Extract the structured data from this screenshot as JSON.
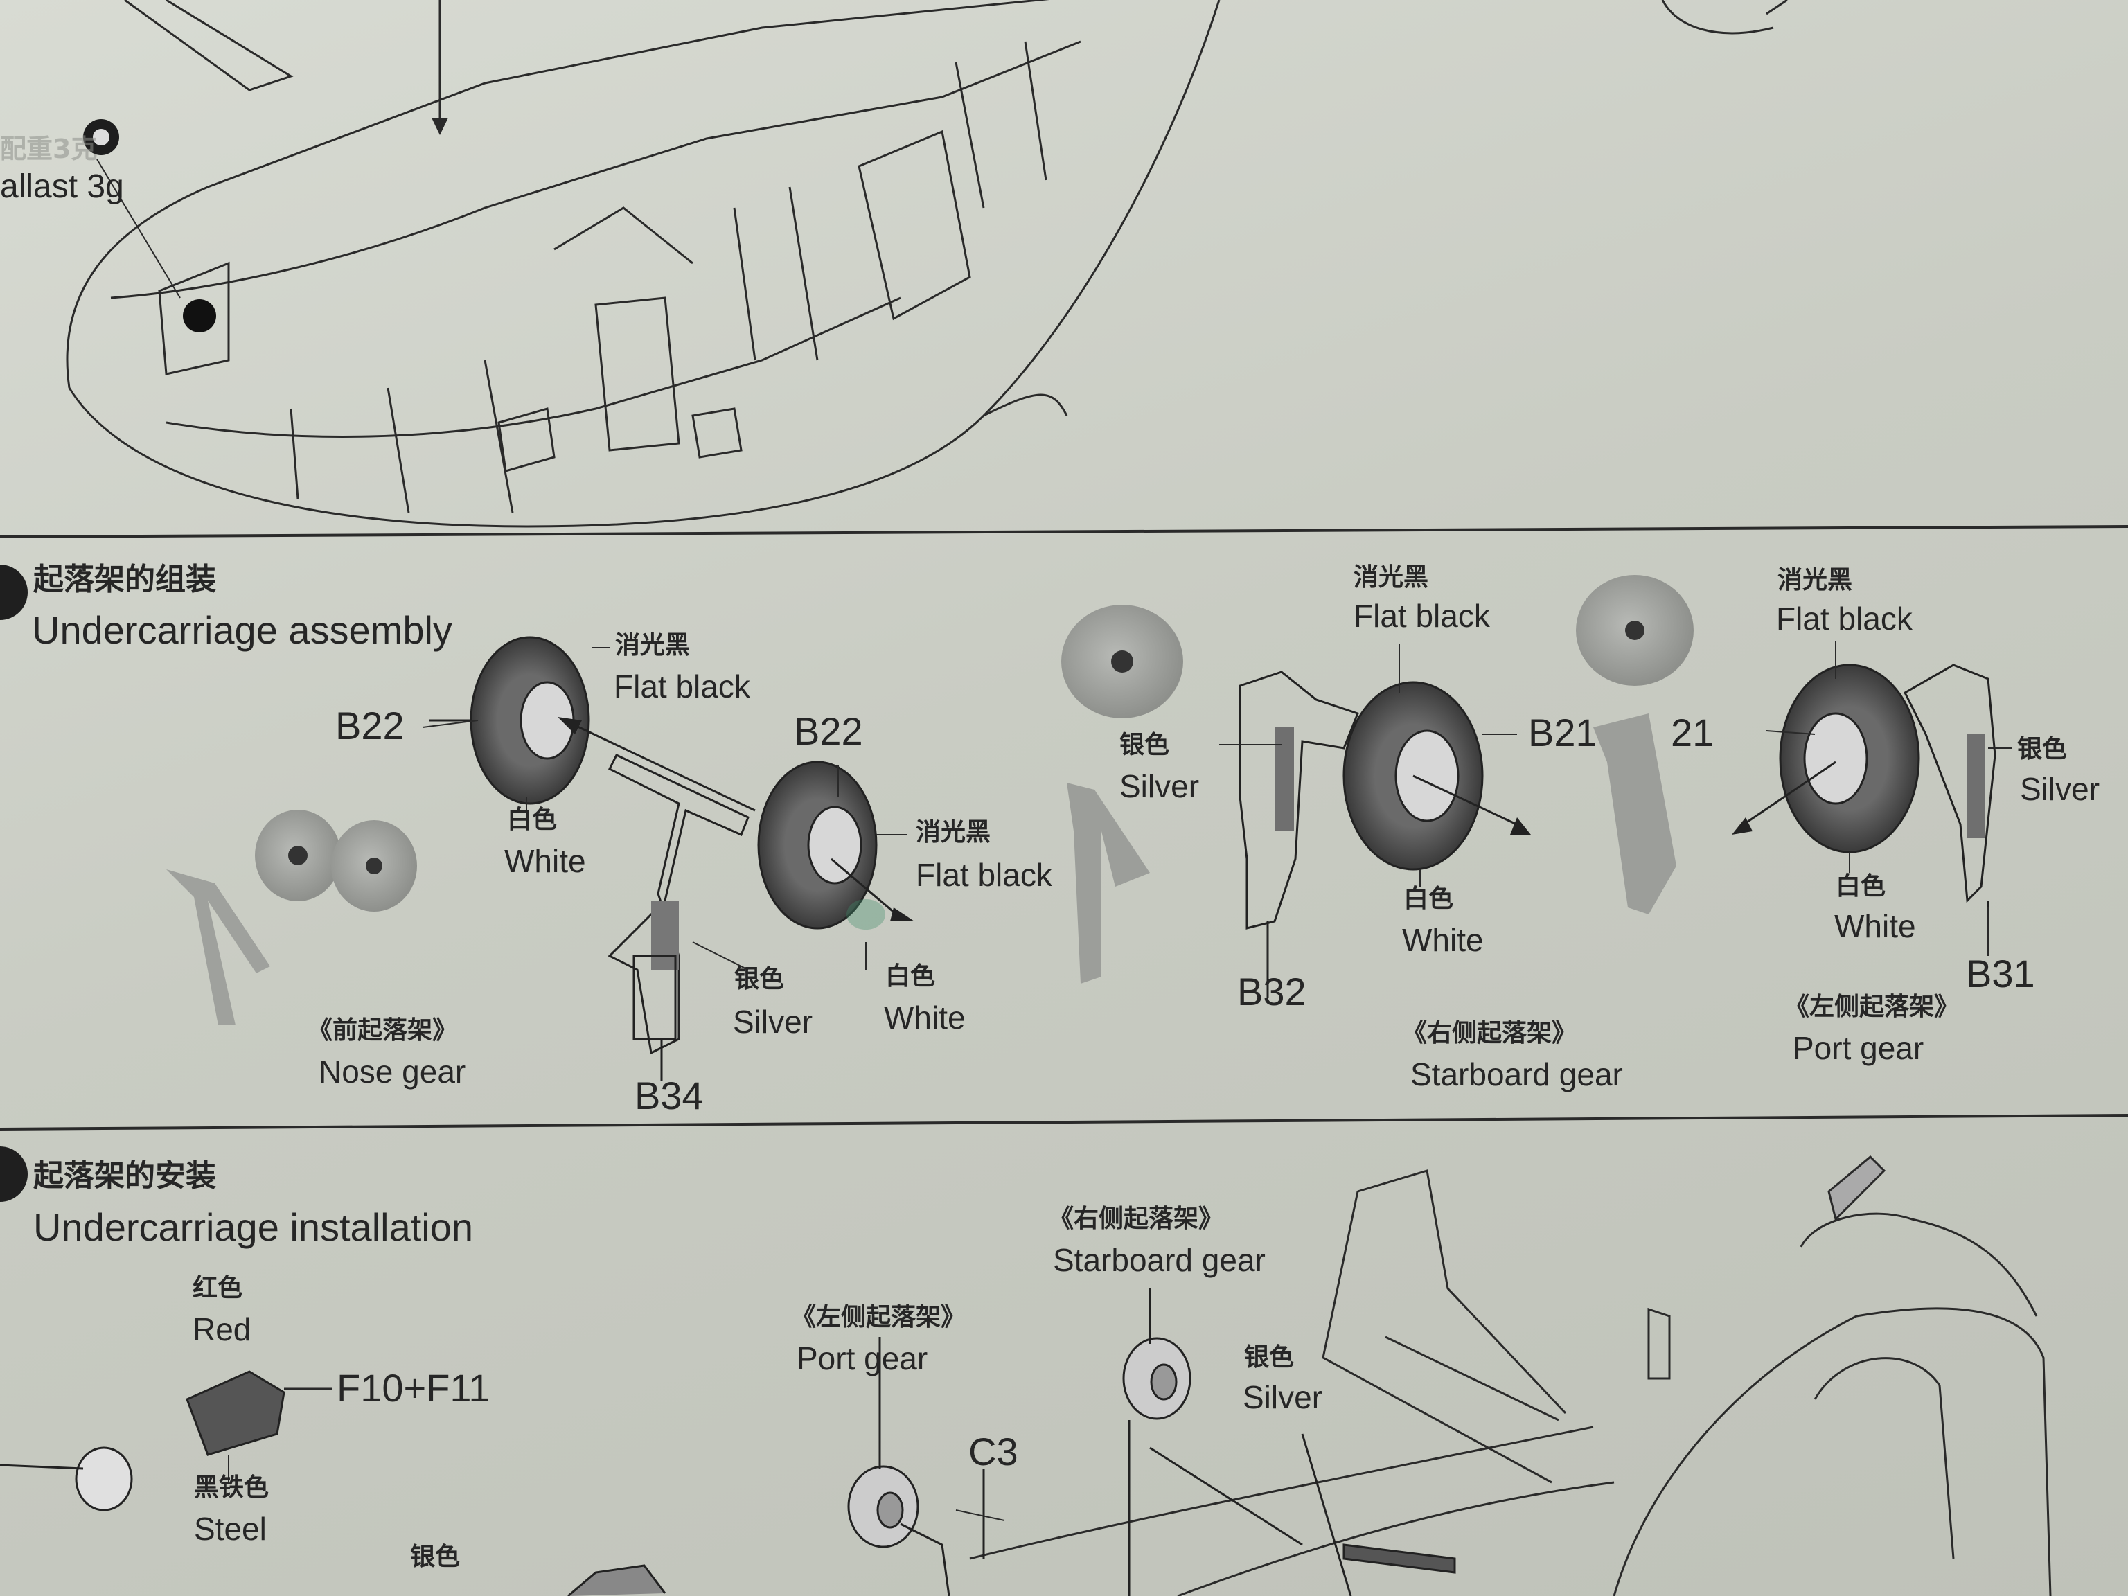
{
  "ballast": {
    "zh": "配重3克",
    "en": "allast 3g"
  },
  "step7": {
    "title_zh": "起落架的组装",
    "title_en": "Undercarriage assembly",
    "labels": {
      "flat_black_zh": "消光黑",
      "flat_black_en": "Flat black",
      "white_zh": "白色",
      "white_en": "White",
      "silver_zh": "银色",
      "silver_en": "Silver"
    },
    "parts": {
      "b22": "B22",
      "b34": "B34",
      "b32": "B32",
      "b21": "B21",
      "b21_partial": "21",
      "b31": "B31"
    },
    "nose_gear": {
      "zh": "《前起落架》",
      "en": "Nose gear"
    },
    "starboard_gear": {
      "zh": "《右侧起落架》",
      "en": "Starboard gear"
    },
    "port_gear": {
      "zh": "《左侧起落架》",
      "en": "Port gear"
    },
    "partial_flat_black": "Flat black"
  },
  "step8": {
    "title_zh": "起落架的安装",
    "title_en": "Undercarriage installation",
    "red_zh": "红色",
    "red_en": "Red",
    "f10_f11": "F10+F11",
    "steel_zh": "黑铁色",
    "steel_en": "Steel",
    "silver_zh": "银色",
    "silver_en": "Silver",
    "starboard_gear": {
      "zh": "《右侧起落架》",
      "en": "Starboard gear"
    },
    "port_gear": {
      "zh": "《左侧起落架》",
      "en": "Port gear"
    },
    "c3": "C3"
  },
  "colors": {
    "paper": "#c9ccc4",
    "ink": "#262626",
    "tire": "#5a5a5a",
    "plastic": "#a9aba7"
  }
}
